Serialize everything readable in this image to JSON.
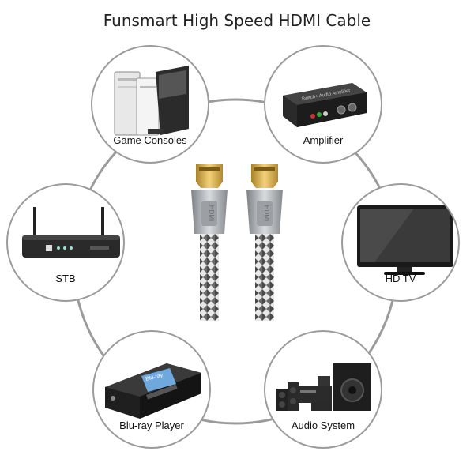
{
  "title": "Funsmart High Speed HDMI Cable",
  "connector_text": "HDMI",
  "devices": [
    {
      "label": "Game Consoles",
      "icon": "game-console-icon"
    },
    {
      "label": "Amplifier",
      "icon": "amplifier-icon"
    },
    {
      "label": "STB",
      "icon": "router-icon"
    },
    {
      "label": "HD TV",
      "icon": "tv-icon"
    },
    {
      "label": "Blu-ray Player",
      "icon": "bluray-player-icon"
    },
    {
      "label": "Audio System",
      "icon": "speaker-system-icon"
    }
  ],
  "amplifier_panel_text": "Switch+ Audio Amplifier",
  "bluray_panel_text": "Blu-ray",
  "colors": {
    "ring": "#9b9b9b",
    "connector_gold": "#d4a93c",
    "connector_gray": "#a8acb0",
    "braid": "#5a5a5a"
  }
}
